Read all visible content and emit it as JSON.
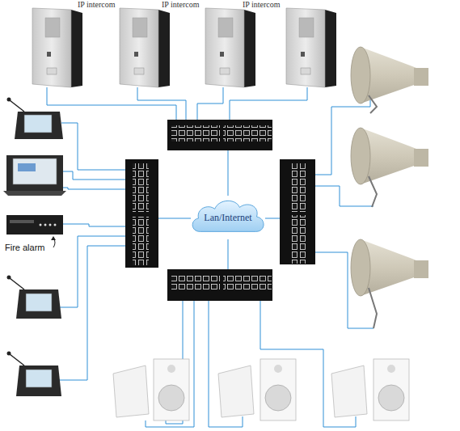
{
  "diagram": {
    "nodes": [
      {
        "text": [
          "Lan/Internet"
        ]
      }
    ],
    "labels": [
      "IP intercom",
      "IP intercom",
      "IP intercom",
      "Fire alarm"
    ]
  }
}
